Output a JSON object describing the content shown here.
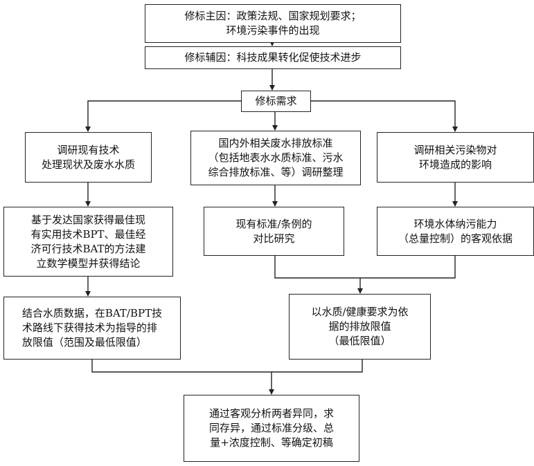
{
  "boxes": {
    "main_cause": "修标主因：政策法规、国家规划要求；\n环境污染事件的出现",
    "aux_cause": "修标辅因：科技成果转化促使技术进步",
    "demand": "修标需求",
    "survey_tech": "调研现有技术\n处理现状及废水水质",
    "standards_survey": "国内外相关废水排放标准\n（包括地表水水质标准、污水\n综合排放标准、等）调研整理",
    "pollutant_impact": "调研相关污染物对\n环境造成的影响",
    "bat_model": "基于发达国家获得最佳现\n有实用技术BPT、最佳经\n济可行技术BAT的方法建\n立数学模型并获得结论",
    "compare_study": "现有标准/条例的\n对比研究",
    "capacity": "环境水体纳污能力\n（总量控制）的客观依据",
    "tech_limits": "结合水质数据，在BAT/BPT技\n术路线下获得技术为指导的排\n放限值（范围及最低限值）",
    "quality_limits": "以水质/健康要求为依\n据的排放限值\n（最低限值）",
    "final_draft": "通过客观分析两者异同，求\n同存异，通过标准分级、总\n量+浓度控制、等确定初稿"
  }
}
